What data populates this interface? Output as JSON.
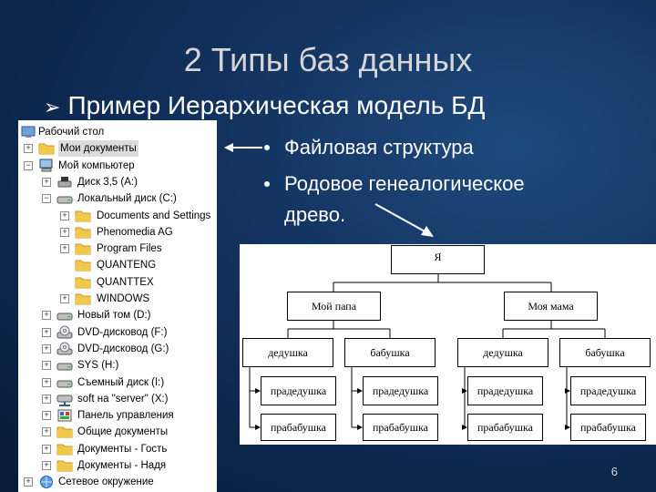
{
  "slide": {
    "title": "2 Типы баз данных",
    "subtitle": "Пример Иерархическая модель БД",
    "page_number": "6"
  },
  "bullets": [
    "Файловая структура",
    "Родовое генеалогическое",
    "древо."
  ],
  "explorer": {
    "items": [
      {
        "label": "Рабочий стол",
        "icon": "desktop-icon",
        "toggle": "",
        "indent": 0
      },
      {
        "label": "Мои документы",
        "icon": "folder-icon",
        "toggle": "+",
        "indent": 1,
        "selected": true
      },
      {
        "label": "Мой компьютер",
        "icon": "computer-icon",
        "toggle": "−",
        "indent": 1
      },
      {
        "label": "Диск 3,5 (A:)",
        "icon": "floppy-icon",
        "toggle": "+",
        "indent": 2
      },
      {
        "label": "Локальный диск (C:)",
        "icon": "drive-icon",
        "toggle": "−",
        "indent": 2
      },
      {
        "label": "Documents and Settings",
        "icon": "folder-icon",
        "toggle": "+",
        "indent": 3
      },
      {
        "label": "Phenomedia AG",
        "icon": "folder-icon",
        "toggle": "+",
        "indent": 3
      },
      {
        "label": "Program Files",
        "icon": "folder-icon",
        "toggle": "+",
        "indent": 3
      },
      {
        "label": "QUANTENG",
        "icon": "folder-icon",
        "toggle": "",
        "indent": 3
      },
      {
        "label": "QUANTTEX",
        "icon": "folder-icon",
        "toggle": "",
        "indent": 3
      },
      {
        "label": "WINDOWS",
        "icon": "folder-icon",
        "toggle": "+",
        "indent": 3
      },
      {
        "label": "Новый том (D:)",
        "icon": "drive-icon",
        "toggle": "+",
        "indent": 2
      },
      {
        "label": "DVD-дисковод (F:)",
        "icon": "cd-icon",
        "toggle": "+",
        "indent": 2
      },
      {
        "label": "DVD-дисковод (G:)",
        "icon": "cd-icon",
        "toggle": "+",
        "indent": 2
      },
      {
        "label": "SYS (H:)",
        "icon": "drive-icon",
        "toggle": "+",
        "indent": 2
      },
      {
        "label": "Съемный диск (I:)",
        "icon": "drive-icon",
        "toggle": "+",
        "indent": 2
      },
      {
        "label": "soft на \"server\" (X:)",
        "icon": "network-drive-icon",
        "toggle": "+",
        "indent": 2
      },
      {
        "label": "Панель управления",
        "icon": "control-panel-icon",
        "toggle": "+",
        "indent": 2
      },
      {
        "label": "Общие документы",
        "icon": "folder-icon",
        "toggle": "+",
        "indent": 2
      },
      {
        "label": "Документы - Гость",
        "icon": "folder-icon",
        "toggle": "+",
        "indent": 2
      },
      {
        "label": "Документы - Надя",
        "icon": "folder-icon",
        "toggle": "+",
        "indent": 2
      },
      {
        "label": "Сетевое окружение",
        "icon": "network-icon",
        "toggle": "+",
        "indent": 1
      }
    ]
  },
  "genealogy": {
    "root": "Я",
    "parents": [
      "Мой папа",
      "Моя мама"
    ],
    "grandparents": [
      "дедушка",
      "бабушка",
      "дедушка",
      "бабушка"
    ],
    "great_grandfathers": [
      "прадедушка",
      "прадедушка",
      "прадедушка",
      "прадедушка"
    ],
    "great_grandmothers": [
      "прабабушка",
      "прабабушка",
      "прабабушка",
      "прабабушка"
    ]
  },
  "colors": {
    "folder": "#f2c84b",
    "folder_dark": "#c8962a"
  }
}
